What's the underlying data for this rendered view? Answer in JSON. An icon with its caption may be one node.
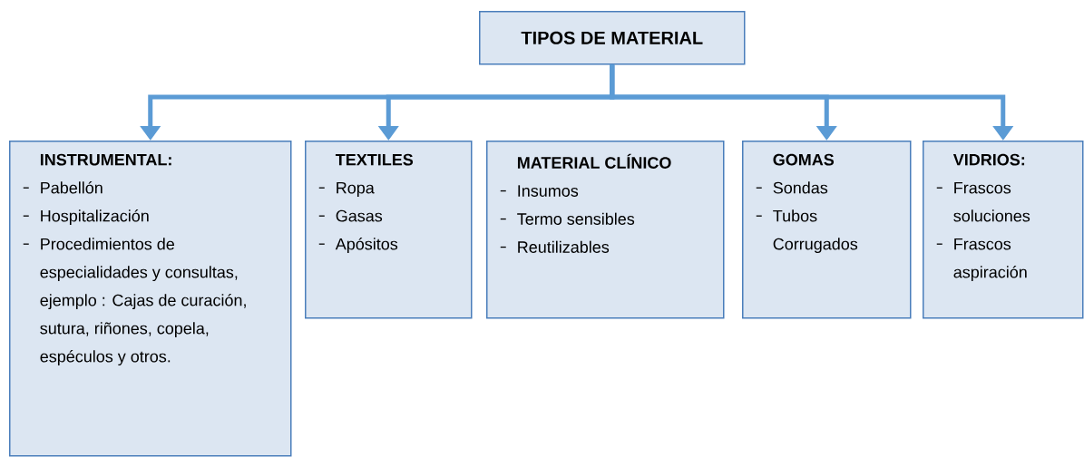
{
  "diagram": {
    "nodes": [
      {
        "text": [
          "TIPOS DE MATERIAL"
        ]
      },
      {
        "text": [
          "INSTRUMENTAL:",
          "Pabellón",
          "Hospitalización",
          "Procedimientos de especialidades y consultas, ejemplo : Cajas de curación, sutura, riñones, copela, espéculos y otros."
        ]
      },
      {
        "text": [
          "TEXTILES",
          "Ropa",
          "Gasas",
          "Apósitos"
        ]
      },
      {
        "text": [
          "MATERIAL CLÍNICO",
          "Insumos",
          "Termo sensibles",
          "Reutilizables"
        ]
      },
      {
        "text": [
          "GOMAS",
          "Sondas",
          "Tubos Corrugados"
        ]
      },
      {
        "text": [
          "VIDRIOS:",
          "Frascos soluciones",
          "Frascos aspiración"
        ]
      }
    ],
    "edges": [
      {
        "from": 0,
        "to": 1,
        "arrow": "to"
      },
      {
        "from": 0,
        "to": 2,
        "arrow": "to"
      },
      {
        "from": 0,
        "to": 4,
        "arrow": "to"
      },
      {
        "from": 0,
        "to": 5,
        "arrow": "to"
      }
    ]
  }
}
